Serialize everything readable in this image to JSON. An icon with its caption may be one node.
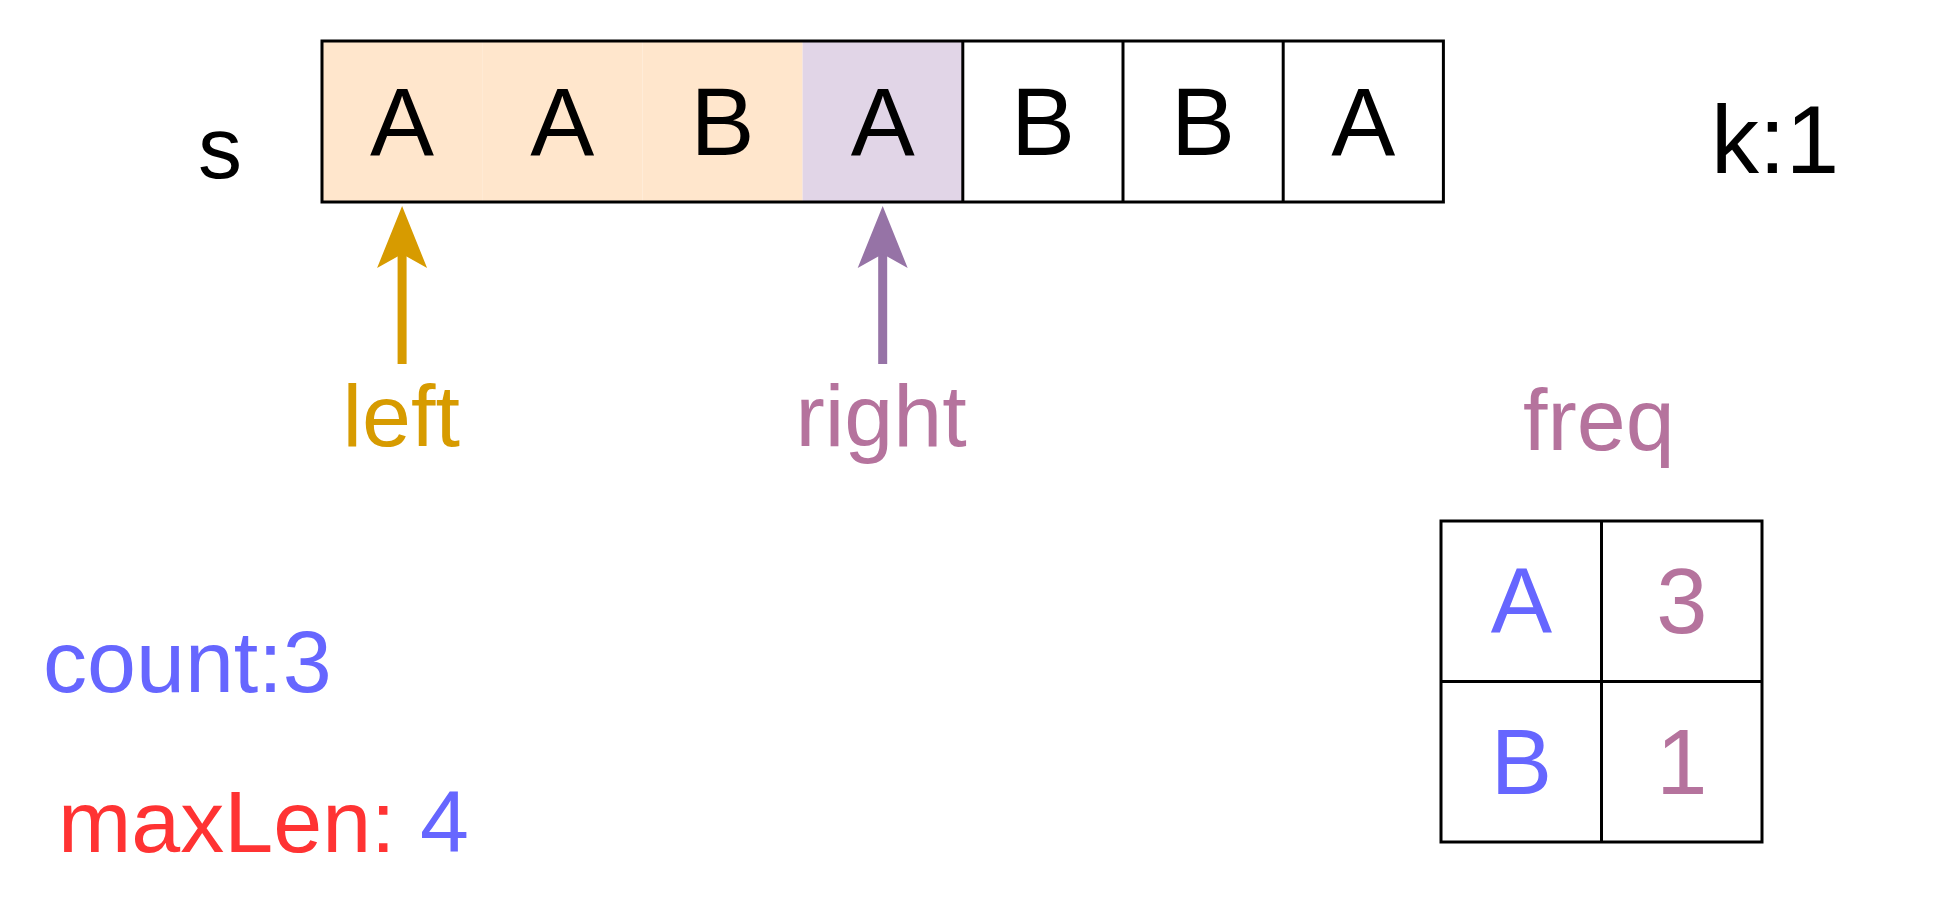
{
  "diagram": {
    "nodes": [
      {
        "text": [
          "A"
        ]
      },
      {
        "text": [
          "A"
        ]
      },
      {
        "text": [
          "B"
        ]
      },
      {
        "text": [
          "A"
        ]
      },
      {
        "text": [
          "B"
        ]
      },
      {
        "text": [
          "B"
        ]
      },
      {
        "text": [
          "A"
        ]
      },
      {
        "text": [
          "left"
        ]
      },
      {
        "text": [
          "right"
        ]
      }
    ],
    "edges": [
      {
        "from": 7,
        "to": 0,
        "arrow": "to",
        "color": "#d79b00"
      },
      {
        "from": 8,
        "to": 3,
        "arrow": "to",
        "color": "#9673a6"
      }
    ],
    "labels": [
      "s",
      "k:1",
      "freq",
      "A",
      "3",
      "B",
      "1",
      "count:3",
      "maxLen:",
      "4"
    ]
  }
}
